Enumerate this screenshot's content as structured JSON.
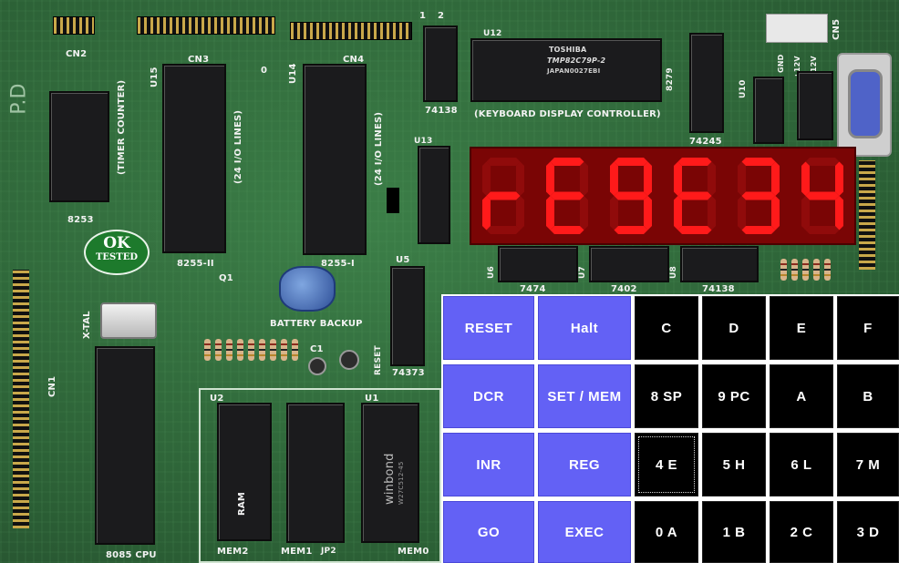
{
  "board": {
    "labels": {
      "cn2": "CN2",
      "cn3": "CN3",
      "cn4": "CN4",
      "cn5": "CN5",
      "cn1": "CN1",
      "u15": "U15",
      "u14": "U14",
      "u12": "U12",
      "u13": "U13",
      "u5": "U5",
      "u6": "U6",
      "u7": "U7",
      "u8": "U8",
      "u10": "U10",
      "u2": "U2",
      "u1": "U1",
      "c1": "C1",
      "q1": "Q1",
      "jp2": "JP2",
      "timer_counter": "(TIMER COUNTER)",
      "io_lines_1": "(24 I/O LINES)",
      "io_lines_2": "(24 I/O LINES)",
      "kbd_ctrl": "(KEYBOARD DISPLAY CONTROLLER)",
      "chip_8253": "8253",
      "chip_8255_ii": "8255-II",
      "chip_8255_i": "8255-I",
      "chip_74138_a": "74138",
      "chip_74245": "74245",
      "chip_8279": "8279",
      "chip_7474": "7474",
      "chip_7402": "7402",
      "chip_74138_b": "74138",
      "chip_74373": "74373",
      "cpu": "8085 CPU",
      "mem2": "MEM2",
      "mem1": "MEM1",
      "mem0": "MEM0",
      "ram": "RAM",
      "xtal": "X-TAL",
      "battery": "BATTERY BACKUP",
      "reset_silk": "RESET",
      "ok_line1": "OK",
      "ok_line2": "TESTED",
      "toshiba_1": "TOSHIBA",
      "toshiba_2": "TMP82C79P-2",
      "toshiba_3": "JAPAN0027EBI",
      "winbond": "winbond",
      "winbond_part": "W27C512-45",
      "v12_1": "+12V",
      "v12_2": "+12V",
      "gnd": "GND",
      "num_1": "1",
      "num_2": "2",
      "zero": "0",
      "pd": "P.D"
    }
  },
  "display": {
    "text": "rE9E34",
    "digits": [
      "r",
      "E",
      "9",
      "E",
      "3",
      "4"
    ],
    "color": "#ff1a1a",
    "background": "#7a0505"
  },
  "keypad": {
    "colors": {
      "blue": "#6361f5",
      "black": "#000000",
      "text": "#ffffff"
    },
    "rows": [
      [
        "RESET",
        "Halt",
        "C",
        "D",
        "E",
        "F"
      ],
      [
        "DCR",
        "SET / MEM",
        "8 SP",
        "9 PC",
        "A",
        "B"
      ],
      [
        "INR",
        "REG",
        "4 E",
        "5 H",
        "6 L",
        "7 M"
      ],
      [
        "GO",
        "EXEC",
        "0 A",
        "1 B",
        "2 C",
        "3 D"
      ]
    ],
    "focused_key": "4 E"
  }
}
